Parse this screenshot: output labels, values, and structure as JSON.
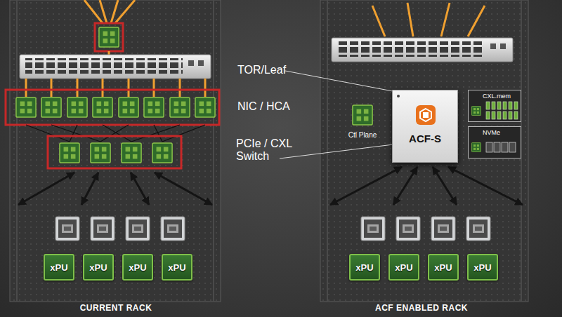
{
  "diagram": {
    "nodes": [
      {
        "text": [
          "Ctl Plane"
        ]
      },
      {
        "text": [
          "ACF-S"
        ]
      },
      {
        "text": [
          "CXL.mem"
        ]
      },
      {
        "text": [
          "NVMe"
        ]
      },
      {
        "text": [
          "xPU"
        ]
      },
      {
        "text": [
          "xPU"
        ]
      },
      {
        "text": [
          "xPU"
        ]
      },
      {
        "text": [
          "xPU"
        ]
      },
      {
        "text": [
          "xPU"
        ]
      },
      {
        "text": [
          "xPU"
        ]
      },
      {
        "text": [
          "xPU"
        ]
      },
      {
        "text": [
          "xPU"
        ]
      }
    ],
    "labels": [
      "TOR/Leaf",
      "NIC / HCA",
      "PCIe / CXL Switch",
      "CURRENT RACK",
      "ACF ENABLED RACK"
    ]
  }
}
